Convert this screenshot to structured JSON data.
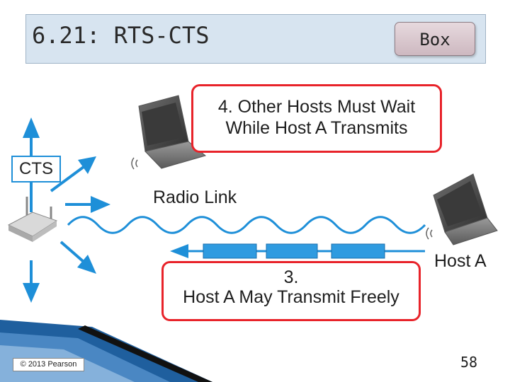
{
  "slide": {
    "title": "6.21: RTS-CTS",
    "box_button": "Box",
    "page_number": "58",
    "copyright": "© 2013 Pearson"
  },
  "diagram": {
    "callout_4_lines": [
      "4. Other Hosts Must Wait",
      "While Host A Transmits"
    ],
    "callout_3_lines": [
      "3.",
      "Host A May Transmit Freely"
    ],
    "cts_label": "CTS",
    "radio_link_label": "Radio Link",
    "host_a_label": "Host A",
    "icons": [
      "access-point-icon",
      "laptop-icon",
      "wireless-signal-icon"
    ],
    "colors": {
      "arrow_blue": "#1e8fd8",
      "callout_red": "#e8232a",
      "title_bg": "#d7e4f0",
      "packet_blue": "#2f9be0"
    }
  }
}
